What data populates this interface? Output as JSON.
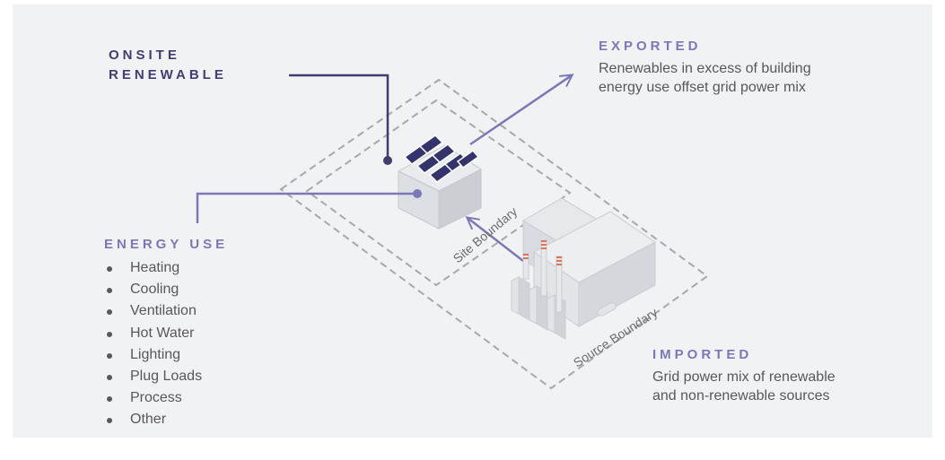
{
  "onsite": {
    "line1": "ONSITE",
    "line2": "RENEWABLE"
  },
  "exported": {
    "title": "EXPORTED",
    "line1": "Renewables in excess of building",
    "line2": "energy use offset grid power mix"
  },
  "energy_use": {
    "title": "ENERGY USE",
    "items": [
      "Heating",
      "Cooling",
      "Ventilation",
      "Hot Water",
      "Lighting",
      "Plug Loads",
      "Process",
      "Other"
    ]
  },
  "imported": {
    "title": "IMPORTED",
    "line1": "Grid power mix of renewable",
    "line2": "and non-renewable sources"
  },
  "boundaries": {
    "site": "Site Boundary",
    "source": "Source Boundary"
  },
  "colors": {
    "dark_navy": "#3f3e6e",
    "purple": "#7b78b6",
    "panel": "#f1f2f4",
    "dashed_gray": "#a8a8aa"
  }
}
